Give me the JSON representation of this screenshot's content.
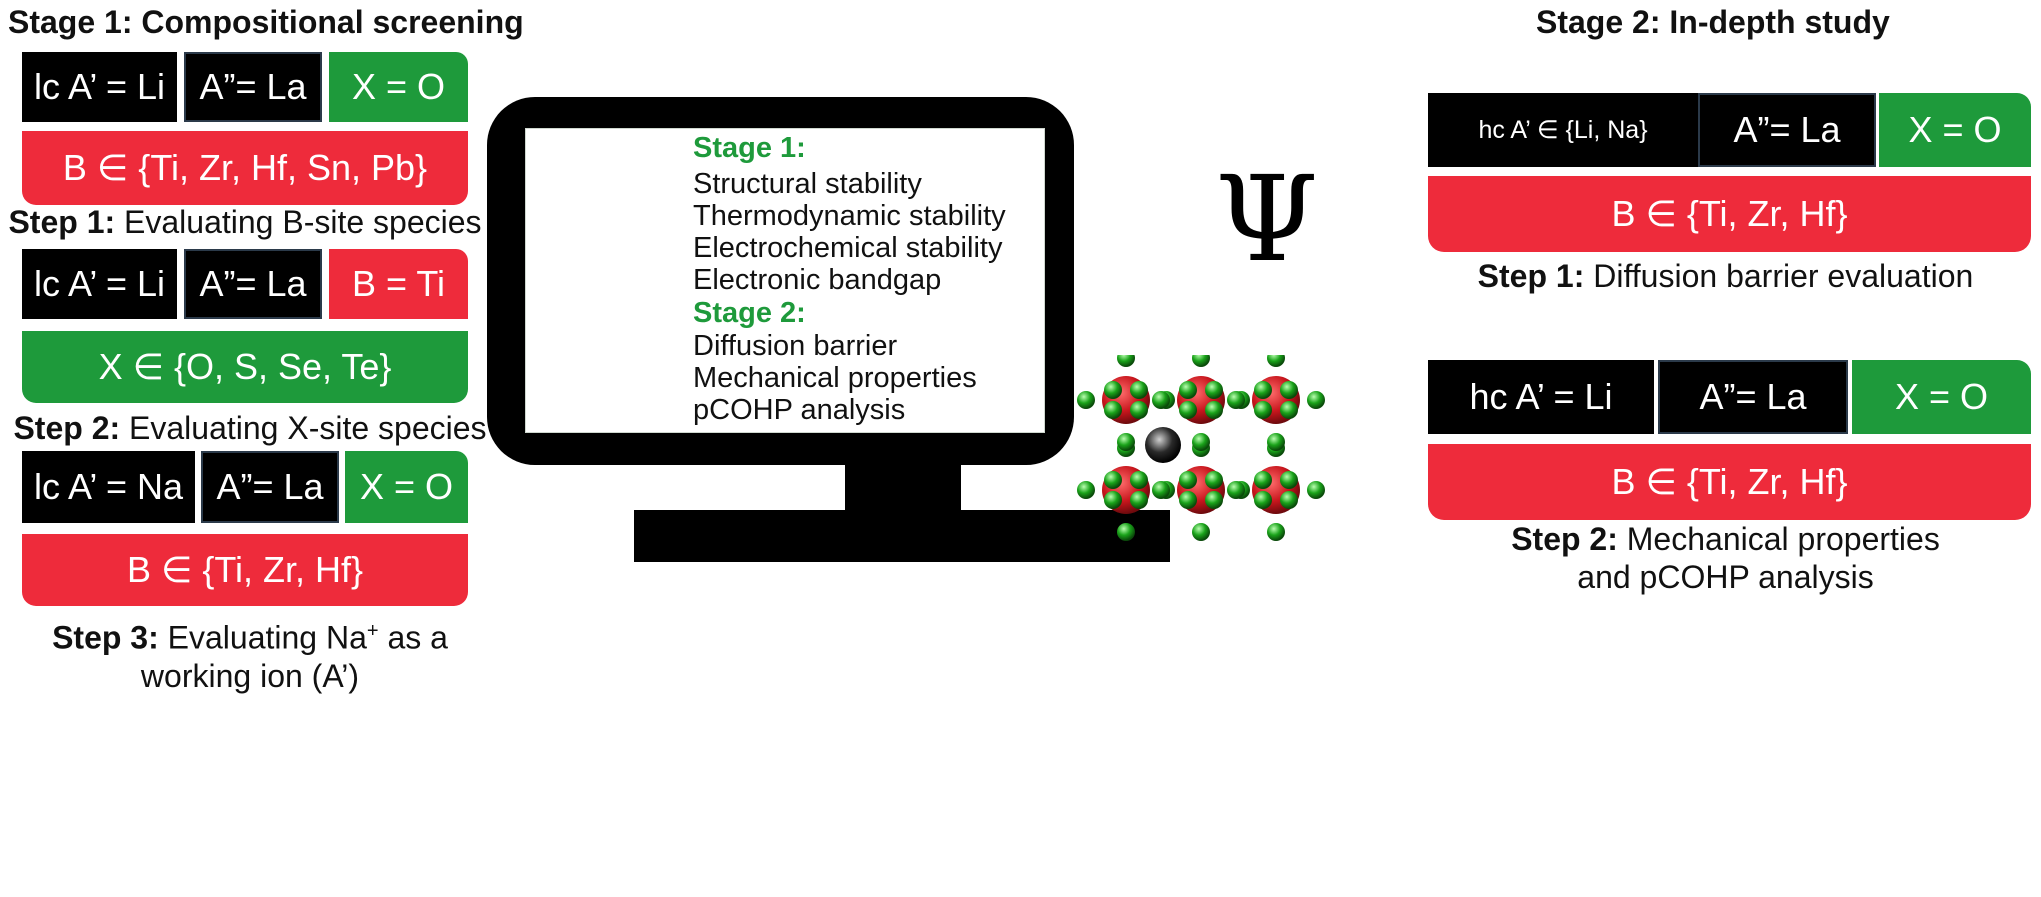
{
  "stage1": {
    "title": "Stage 1: Compositional screening",
    "step1": {
      "row": [
        "lc A’ = Li",
        "A”= La",
        "X = O"
      ],
      "bar": "B ∈ {Ti, Zr, Hf, Sn, Pb}",
      "label_bold": "Step 1:",
      "label_text": " Evaluating B-site species"
    },
    "step2": {
      "row": [
        "lc A’ = Li",
        "A”= La",
        "B = Ti"
      ],
      "bar": "X ∈ {O, S, Se, Te}",
      "label_bold": "Step 2:",
      "label_text": " Evaluating X-site species"
    },
    "step3": {
      "row": [
        "lc A’ = Na",
        "A”= La",
        "X = O"
      ],
      "bar": "B ∈ {Ti, Zr, Hf}",
      "label_bold": "Step 3:",
      "label_text_a": " Evaluating Na",
      "label_sup": "+",
      "label_text_b": " as a",
      "label_line2": "working ion (A’)"
    }
  },
  "monitor": {
    "stage1_heading": "Stage 1:",
    "stage1_items": [
      "Structural stability",
      "Thermodynamic stability",
      "Electrochemical stability",
      "Electronic bandgap"
    ],
    "stage2_heading": "Stage 2:",
    "stage2_items": [
      "Diffusion barrier",
      "Mechanical properties",
      "pCOHP analysis"
    ],
    "psi": "Ψ"
  },
  "stage2": {
    "title": "Stage 2: In-depth study",
    "step1": {
      "row": [
        "hc A’ ∈ {Li, Na}",
        "A”= La",
        "X = O"
      ],
      "bar": "B ∈ {Ti, Zr, Hf}",
      "label_bold": "Step 1:",
      "label_text": " Diffusion barrier evaluation"
    },
    "step2": {
      "row": [
        "hc A’ = Li",
        "A”= La",
        "X = O"
      ],
      "bar": "B ∈ {Ti, Zr, Hf}",
      "label_bold": "Step 2:",
      "label_text": " Mechanical properties",
      "label_line2": "and pCOHP analysis"
    }
  },
  "colors": {
    "green": "#1e9a3b",
    "red": "#ee2b3b",
    "black": "#000000"
  }
}
